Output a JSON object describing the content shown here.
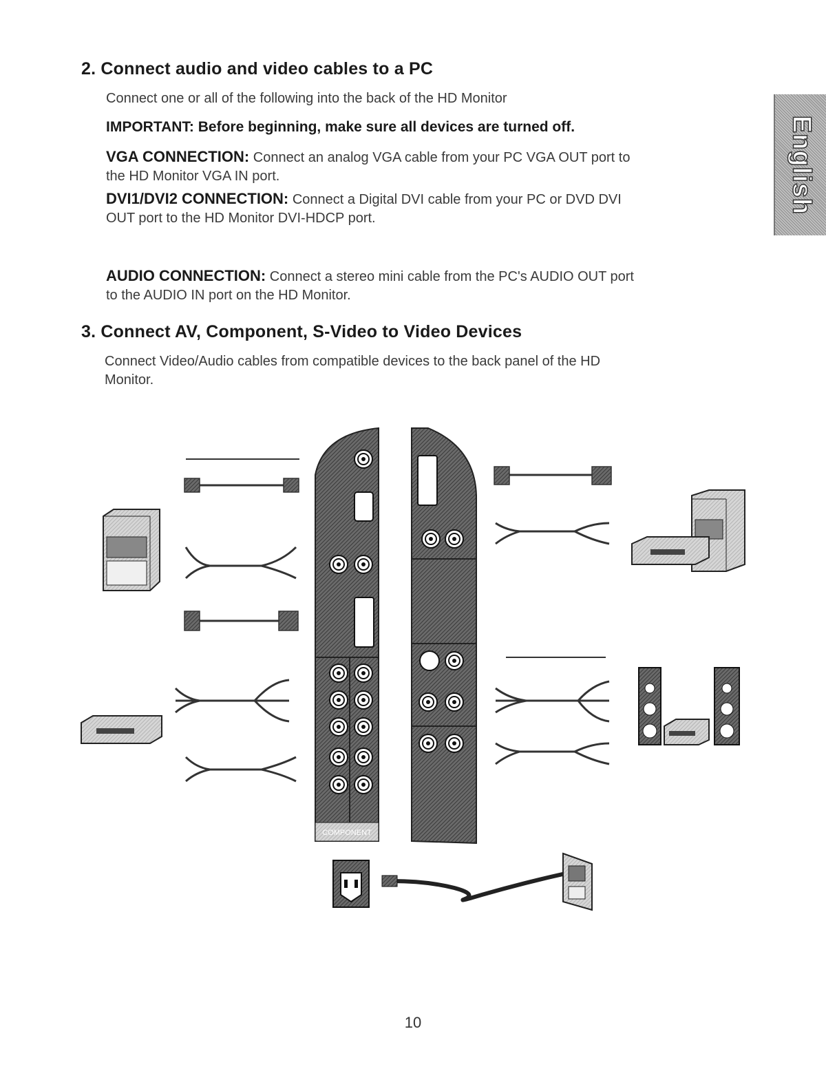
{
  "side_tab": {
    "label": "English"
  },
  "section2": {
    "heading": "2. Connect audio and video cables to a PC",
    "intro": "Connect one or all of the following into the back of the HD Monitor",
    "important": "IMPORTANT: Before beginning, make sure all devices are turned off.",
    "vga": {
      "lead": "VGA CONNECTION:",
      "text_line1": "Connect an analog VGA cable from your PC VGA OUT port to",
      "text_line2": "the HD Monitor VGA IN port."
    },
    "dvi": {
      "lead": "DVI1/DVI2 CONNECTION:",
      "text_line1": "Connect a Digital DVI cable from your PC or DVD DVI",
      "text_line2": "OUT port to the HD Monitor DVI-HDCP port."
    },
    "audio": {
      "lead": "AUDIO CONNECTION:",
      "text_line1": "Connect a stereo mini cable from the PC's AUDIO OUT port",
      "text_line2": "to the AUDIO IN port on the HD Monitor."
    }
  },
  "section3": {
    "heading": "3. Connect AV, Component, S-Video to Video Devices",
    "intro_line1": "Connect Video/Audio cables from compatible devices to the back panel of the HD",
    "intro_line2": "Monitor."
  },
  "diagram": {
    "component_label": "COMPONENT"
  },
  "page_number": "10"
}
